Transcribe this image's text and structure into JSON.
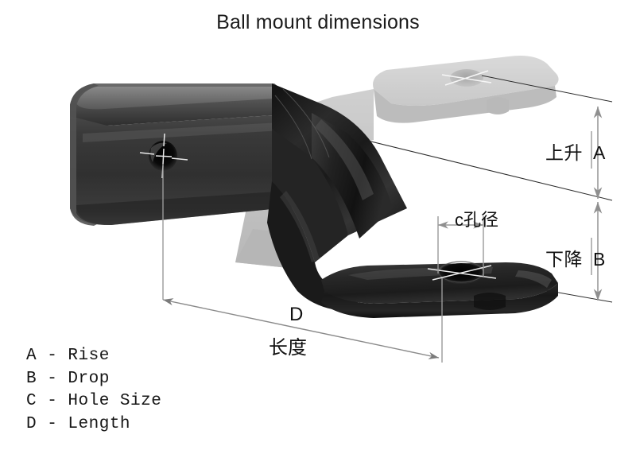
{
  "title": "Ball mount dimensions",
  "dimensions": {
    "rise": {
      "cn": "上升",
      "letter": "A"
    },
    "drop": {
      "cn": "下降",
      "letter": "B"
    },
    "hole": {
      "text": "c孔径"
    },
    "length": {
      "letter": "D",
      "cn": "长度"
    }
  },
  "legend": {
    "rows": [
      "A - Rise",
      "B - Drop",
      "C - Hole Size",
      "D - Length"
    ]
  },
  "colors": {
    "background": "#ffffff",
    "metal_dark": "#2f2f2f",
    "metal_mid": "#3e3e3e",
    "metal_light": "#5a5a5a",
    "metal_highlight": "#8d8d8d",
    "ghost_gray": "#9b9b9b",
    "dimension_line": "#9a9a9a",
    "reference_line": "#2a2a2a",
    "text": "#111111"
  }
}
